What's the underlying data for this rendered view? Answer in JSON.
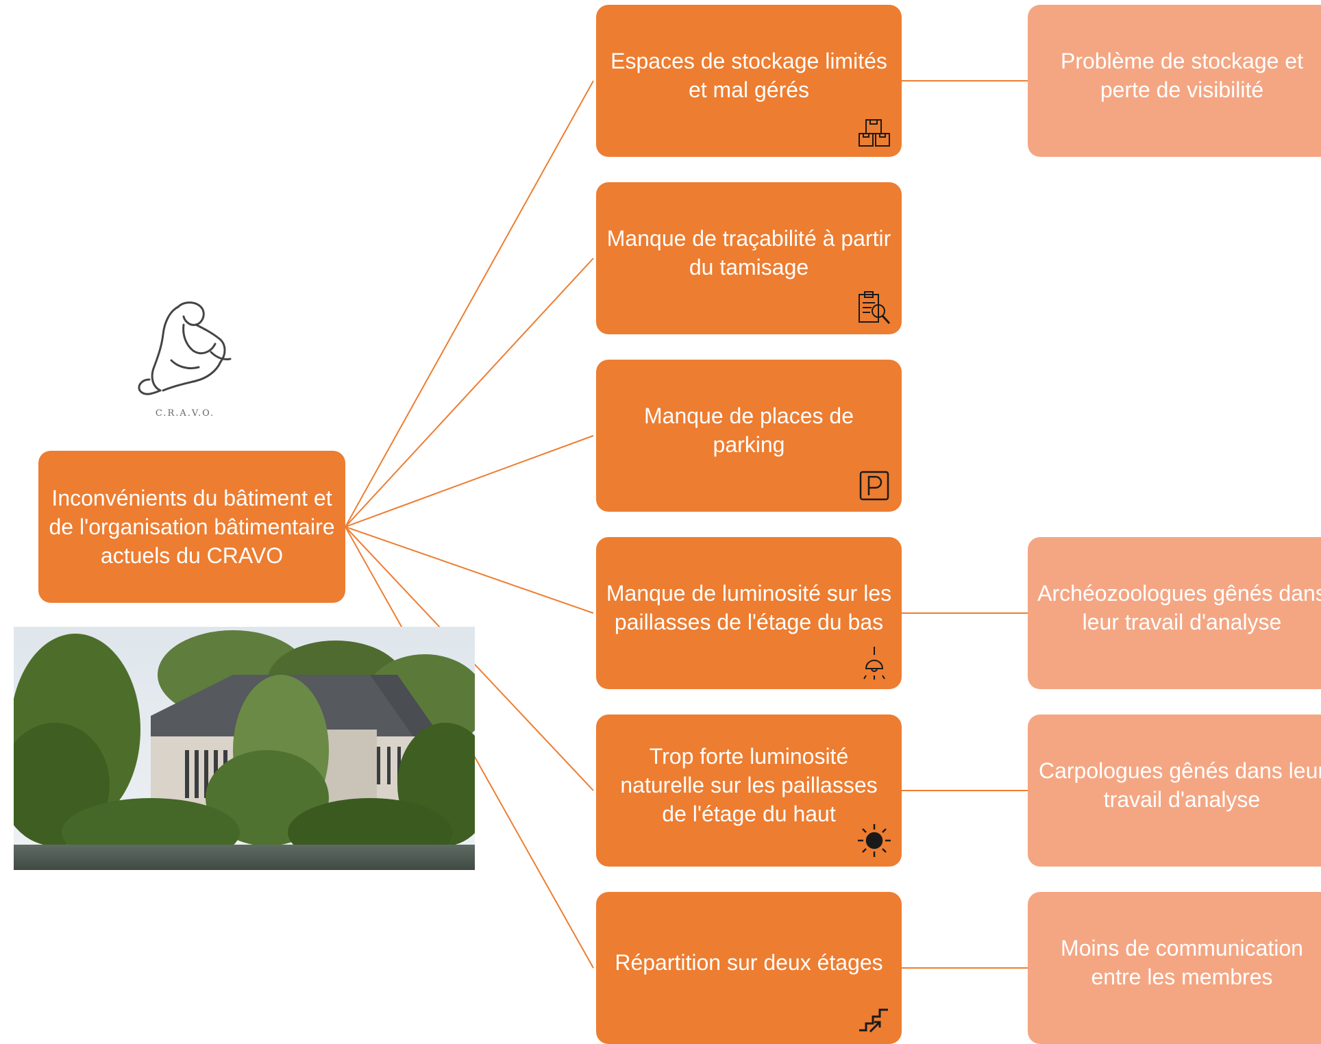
{
  "root": {
    "label": "Inconvénients du bâtiment et de l'organisation bâtimentaire actuels du CRAVO"
  },
  "logo": {
    "caption": "C.R.A.V.O."
  },
  "problems": [
    {
      "label": "Espaces de stockage limités et mal gérés",
      "icon": "boxes-icon"
    },
    {
      "label": "Manque de traçabilité à partir du tamisage",
      "icon": "clipboard-search-icon"
    },
    {
      "label": "Manque de places de parking",
      "icon": "parking-icon"
    },
    {
      "label": "Manque de luminosité sur les paillasses de l'étage du bas",
      "icon": "ceiling-lamp-icon"
    },
    {
      "label": "Trop forte luminosité naturelle sur les paillasses de l'étage du haut",
      "icon": "sun-icon"
    },
    {
      "label": "Répartition sur deux étages",
      "icon": "stairs-icon"
    }
  ],
  "consequences": [
    {
      "label": "Problème de stockage et perte de visibilité"
    },
    {
      "label": "Archéozoologues gênés dans leur travail d'analyse"
    },
    {
      "label": "Carpologues gênés dans leur travail d'analyse"
    },
    {
      "label": "Moins de communication entre les membres"
    }
  ],
  "colors": {
    "primary": "#ED7D31",
    "secondary": "#F4A683",
    "connector": "#ED7D31"
  }
}
